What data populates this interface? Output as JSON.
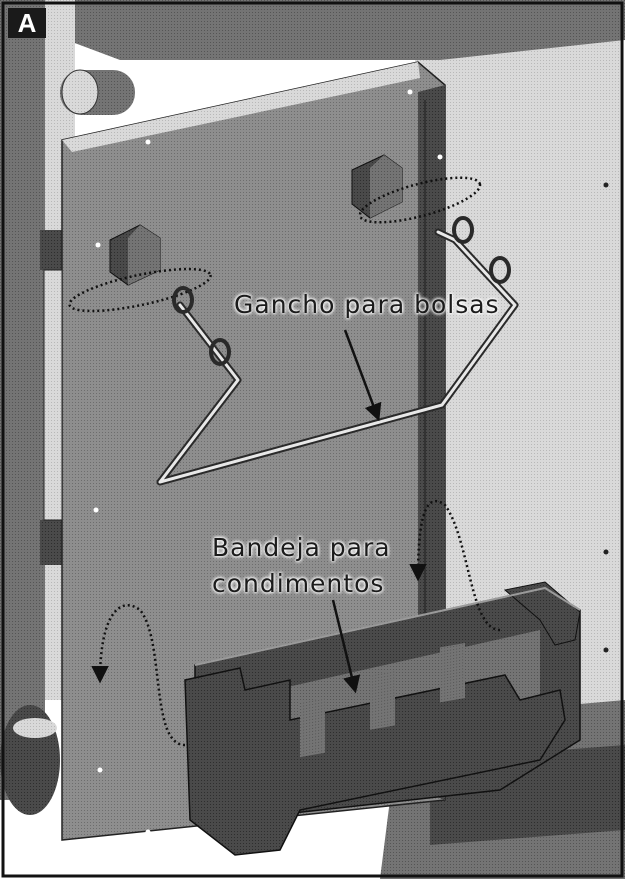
{
  "figure": {
    "panel_label": "A",
    "callouts": {
      "bag_hook": "Gancho para bolsas",
      "condiment_tray_line1": "Bandeja para",
      "condiment_tray_line2": "condimentos"
    }
  }
}
